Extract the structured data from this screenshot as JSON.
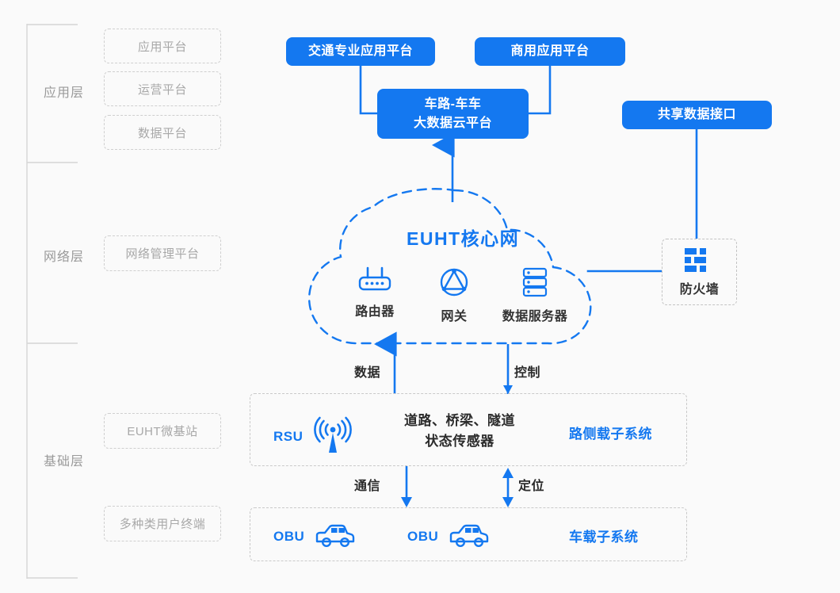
{
  "diagram": {
    "title_color": "#1478f0",
    "accent_blue": "#1478f0",
    "ghost_grey": "#a8a8a8",
    "background": "#fafafa"
  },
  "layers": [
    {
      "name": "application",
      "label": "应用层"
    },
    {
      "name": "network",
      "label": "网络层"
    },
    {
      "name": "infrastructure",
      "label": "基础层"
    }
  ],
  "ghost_boxes": [
    {
      "name": "application-platform",
      "label": "应用平台"
    },
    {
      "name": "operation-platform",
      "label": "运营平台"
    },
    {
      "name": "data-platform",
      "label": "数据平台"
    },
    {
      "name": "network-management-platform",
      "label": "网络管理平台"
    },
    {
      "name": "euht-micro-base-station",
      "label": "EUHT微基站"
    },
    {
      "name": "multi-type-user-terminal",
      "label": "多种类用户终端"
    }
  ],
  "blue_boxes": [
    {
      "name": "traffic-professional-application-platform",
      "label": "交通专业应用平台"
    },
    {
      "name": "commercial-application-platform",
      "label": "商用应用平台"
    },
    {
      "name": "big-data-cloud-platform",
      "line1": "车路-车车",
      "line2": "大数据云平台"
    },
    {
      "name": "shared-data-interface",
      "label": "共享数据接口"
    }
  ],
  "cloud": {
    "title": "EUHT核心网",
    "nodes": [
      {
        "name": "router",
        "icon": "router-icon",
        "label": "路由器"
      },
      {
        "name": "gateway",
        "icon": "gateway-icon",
        "label": "网关"
      },
      {
        "name": "data-server",
        "icon": "data-server-icon",
        "label": "数据服务器"
      }
    ]
  },
  "firewall": {
    "icon": "firewall-brick-icon",
    "label": "防火墙"
  },
  "roadside_subsystem": {
    "rsu_label": "RSU",
    "rsu_icon": "antenna-signal-icon",
    "sensor_line1": "道路、桥梁、隧道",
    "sensor_line2": "状态传感器",
    "system_label": "路侧载子系统"
  },
  "vehicle_subsystem": {
    "obu_label_1": "OBU",
    "obu_label_2": "OBU",
    "car_icon": "car-icon",
    "system_label": "车载子系统"
  },
  "edges": [
    {
      "name": "data-edge",
      "label": "数据",
      "direction": "up"
    },
    {
      "name": "control-edge",
      "label": "控制",
      "direction": "down"
    },
    {
      "name": "communication-edge",
      "label": "通信",
      "direction": "down"
    },
    {
      "name": "positioning-edge",
      "label": "定位",
      "direction": "both"
    }
  ]
}
